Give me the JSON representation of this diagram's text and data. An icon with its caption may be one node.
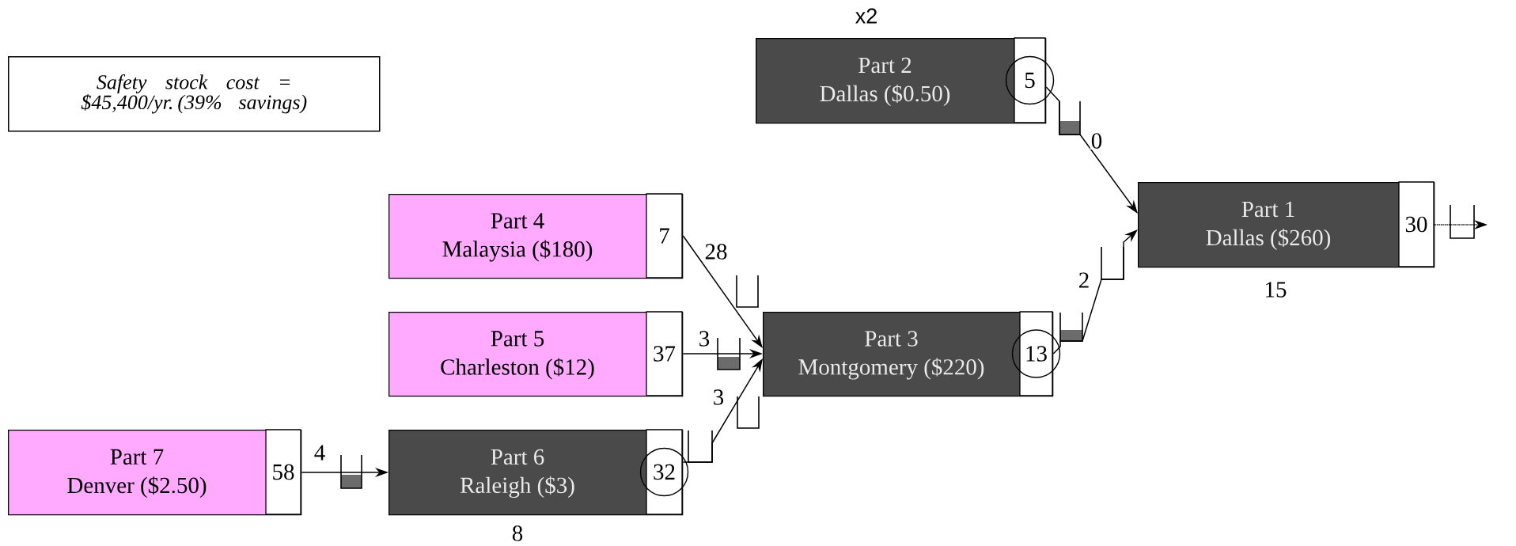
{
  "diagram": {
    "nodes": [
      {
        "text": [
          "Safety stock cost = $45,400/yr. (39% savings)"
        ]
      },
      {
        "text": [
          "Part 2",
          "Dallas ($0.50)",
          "5"
        ],
        "beside": [
          "x2"
        ]
      },
      {
        "text": [
          "Part 1",
          "Dallas ($260)",
          "30"
        ],
        "beside": [
          "15"
        ]
      },
      {
        "text": [
          "Part 4",
          "Malaysia ($180)",
          "7"
        ]
      },
      {
        "text": [
          "Part 5",
          "Charleston ($12)",
          "37"
        ]
      },
      {
        "text": [
          "Part 3",
          "Montgomery ($220)",
          "13"
        ]
      },
      {
        "text": [
          "Part 7",
          "Denver ($2.50)",
          "58"
        ]
      },
      {
        "text": [
          "Part 6",
          "Raleigh ($3)",
          "32"
        ],
        "beside": [
          "8"
        ]
      }
    ],
    "edges": [
      {
        "from": 1,
        "to": 2,
        "arrow": "to",
        "label": "0"
      },
      {
        "from": 5,
        "to": 2,
        "arrow": "to",
        "label": "2"
      },
      {
        "from": 3,
        "to": 5,
        "arrow": "to",
        "label": "28"
      },
      {
        "from": 4,
        "to": 5,
        "arrow": "to",
        "label": "3"
      },
      {
        "from": 7,
        "to": 5,
        "arrow": "to",
        "label": "3"
      },
      {
        "from": 6,
        "to": 7,
        "arrow": "to",
        "label": "4"
      },
      {
        "from": 2,
        "to": null,
        "arrow": "to",
        "style": "dashed"
      }
    ]
  }
}
